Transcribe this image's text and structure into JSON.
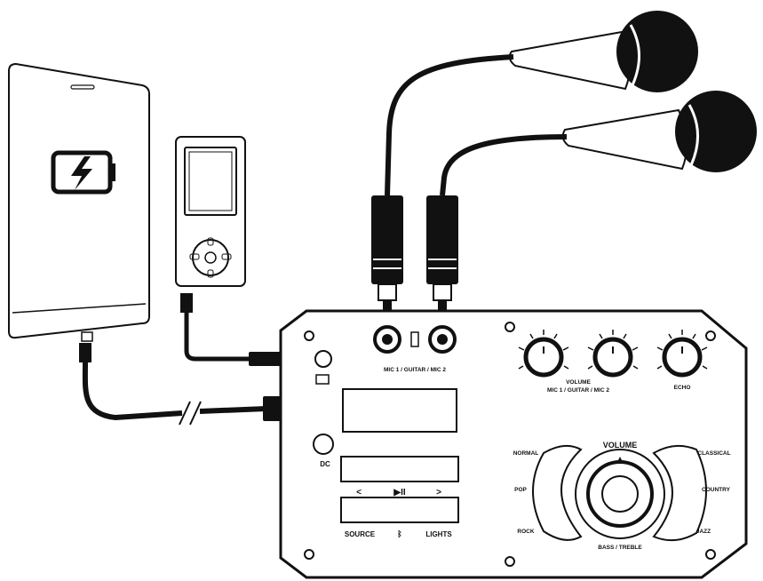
{
  "panel": {
    "jack_label": "MIC 1 / GUITAR / MIC 2",
    "knob_volume_label": "VOLUME",
    "knob_volume_sub": "MIC 1 / GUITAR / MIC 2",
    "knob_echo_label": "ECHO",
    "dc_label": "DC",
    "playback": {
      "prev": "<",
      "play": "▶II",
      "next": ">"
    },
    "source_label": "SOURCE",
    "lights_label": "LIGHTS",
    "bluetooth_symbol": "ᛒ",
    "eq": {
      "title": "VOLUME",
      "left": [
        "NORMAL",
        "POP",
        "ROCK"
      ],
      "right": [
        "CLASSICAL",
        "COUNTRY",
        "JAZZ"
      ],
      "bottom": "BASS / TREBLE"
    }
  },
  "icons": {
    "tablet_screen": "battery-charging-icon",
    "bluetooth": "bluetooth-icon"
  },
  "colors": {
    "line": "#111111",
    "background": "#ffffff"
  }
}
